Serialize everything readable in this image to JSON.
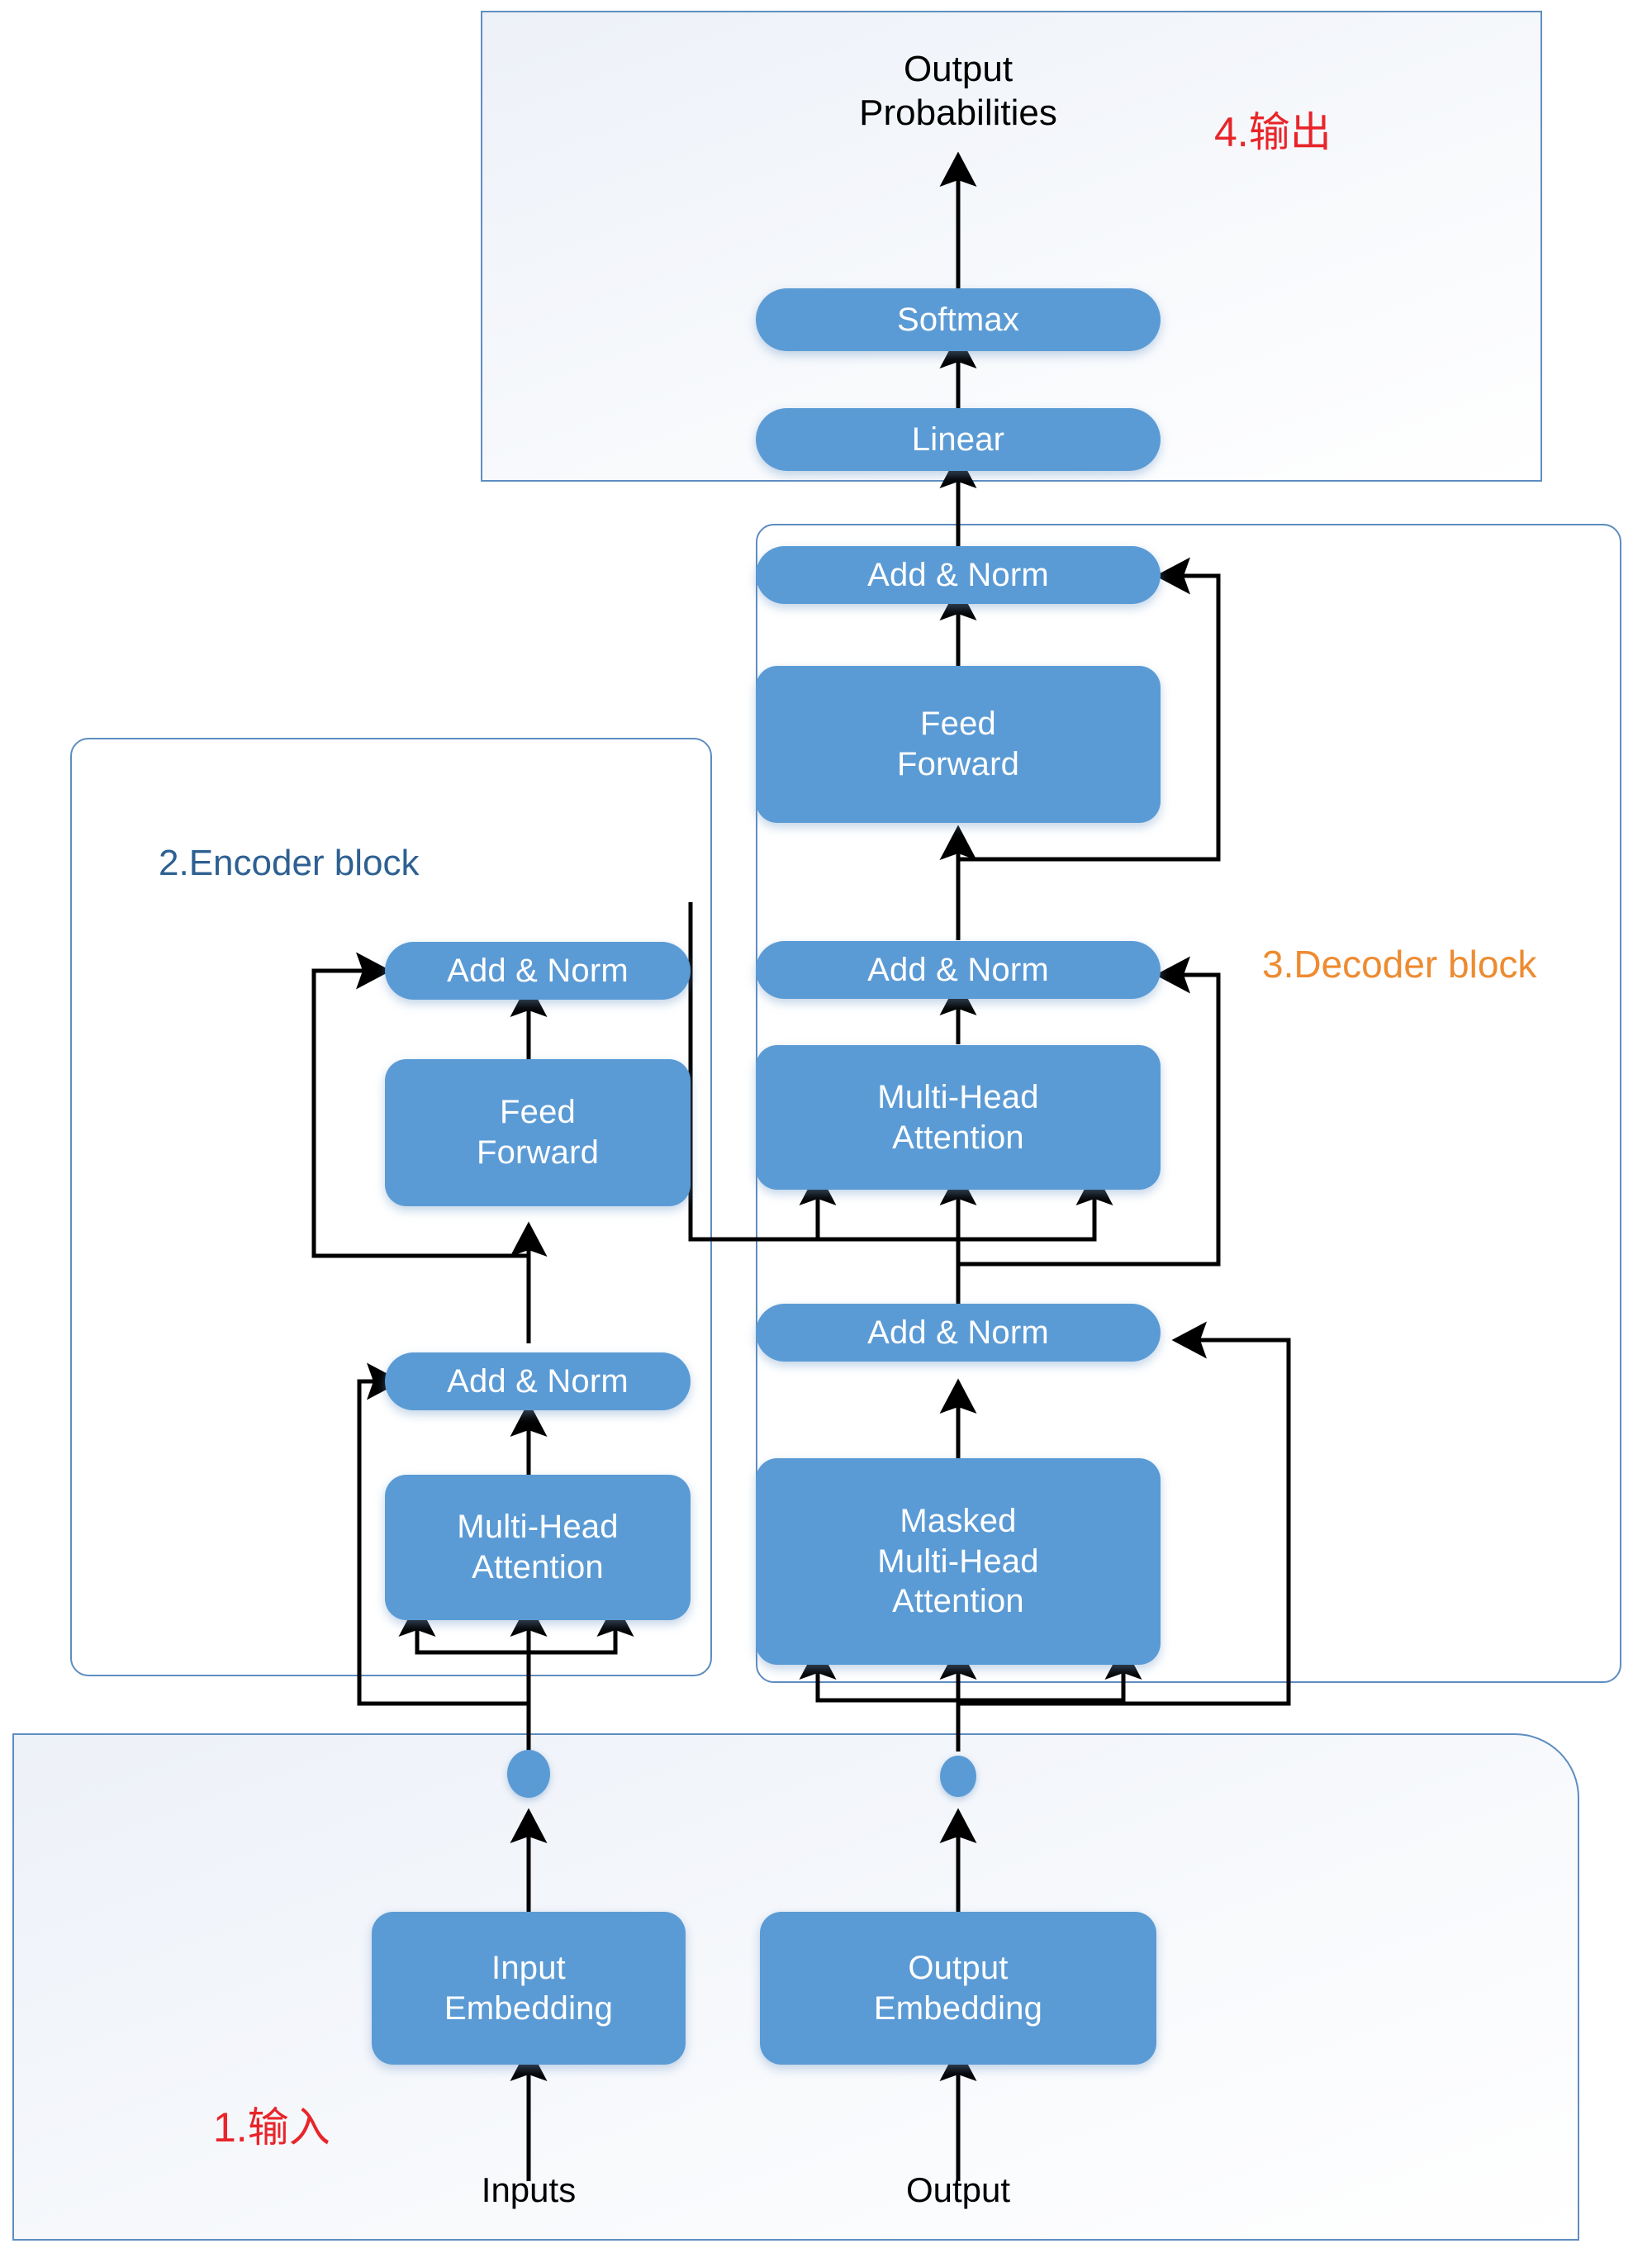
{
  "diagram": {
    "title": "Transformer architecture",
    "palette": {
      "node_fill": "#5B9BD5",
      "node_text": "#FFFFFF",
      "panel_border": "#5E8DC0",
      "wire": "#000000",
      "anno_red": "#E8252A",
      "anno_blue": "#2E6092",
      "anno_orange": "#ED8B31"
    }
  },
  "sections": {
    "input": {
      "label": "1.输入"
    },
    "encoder": {
      "label": "2.Encoder block"
    },
    "decoder": {
      "label": "3.Decoder block"
    },
    "output": {
      "label": "4.输出"
    }
  },
  "nodes": {
    "output_probabilities": "Output\nProbabilities",
    "softmax": "Softmax",
    "linear": "Linear",
    "dec_add_norm_top": "Add & Norm",
    "dec_feed_forward": "Feed\nForward",
    "dec_add_norm_mid": "Add & Norm",
    "dec_multi_head_attention": "Multi-Head\nAttention",
    "dec_add_norm_bottom": "Add & Norm",
    "dec_masked_attention": "Masked\nMulti-Head\nAttention",
    "enc_add_norm_top": "Add & Norm",
    "enc_feed_forward": "Feed\nForward",
    "enc_add_norm_bottom": "Add & Norm",
    "enc_multi_head_attention": "Multi-Head\nAttention",
    "input_embedding": "Input\nEmbedding",
    "output_embedding": "Output\nEmbedding",
    "inputs": "Inputs",
    "output": "Output"
  },
  "chart_data": {
    "type": "diagram",
    "title": "Transformer (encoder-decoder) architecture",
    "groups": [
      {
        "id": "input",
        "label": "1.输入",
        "label_color": "#E8252A"
      },
      {
        "id": "encoder",
        "label": "2.Encoder block",
        "label_color": "#2E6092"
      },
      {
        "id": "decoder",
        "label": "3.Decoder block",
        "label_color": "#ED8B31"
      },
      {
        "id": "output",
        "label": "4.输出",
        "label_color": "#E8252A"
      }
    ],
    "blocks": [
      {
        "id": "inputs",
        "text": "Inputs",
        "group": "input",
        "style": "text"
      },
      {
        "id": "output_tokens",
        "text": "Output",
        "group": "input",
        "style": "text"
      },
      {
        "id": "input_embedding",
        "text": "Input Embedding",
        "group": "input",
        "style": "rounded-rect"
      },
      {
        "id": "output_embedding",
        "text": "Output Embedding",
        "group": "input",
        "style": "rounded-rect"
      },
      {
        "id": "pe_enc",
        "text": "",
        "group": "input",
        "style": "circle"
      },
      {
        "id": "pe_dec",
        "text": "",
        "group": "input",
        "style": "circle"
      },
      {
        "id": "enc_multi_head_attention",
        "text": "Multi-Head Attention",
        "group": "encoder",
        "style": "rounded-rect"
      },
      {
        "id": "enc_add_norm_bottom",
        "text": "Add & Norm",
        "group": "encoder",
        "style": "pill"
      },
      {
        "id": "enc_feed_forward",
        "text": "Feed Forward",
        "group": "encoder",
        "style": "rounded-rect"
      },
      {
        "id": "enc_add_norm_top",
        "text": "Add & Norm",
        "group": "encoder",
        "style": "pill"
      },
      {
        "id": "dec_masked_attention",
        "text": "Masked Multi-Head Attention",
        "group": "decoder",
        "style": "rounded-rect"
      },
      {
        "id": "dec_add_norm_bottom",
        "text": "Add & Norm",
        "group": "decoder",
        "style": "pill"
      },
      {
        "id": "dec_multi_head_attention",
        "text": "Multi-Head Attention",
        "group": "decoder",
        "style": "rounded-rect"
      },
      {
        "id": "dec_add_norm_mid",
        "text": "Add & Norm",
        "group": "decoder",
        "style": "pill"
      },
      {
        "id": "dec_feed_forward",
        "text": "Feed Forward",
        "group": "decoder",
        "style": "rounded-rect"
      },
      {
        "id": "dec_add_norm_top",
        "text": "Add & Norm",
        "group": "decoder",
        "style": "pill"
      },
      {
        "id": "linear",
        "text": "Linear",
        "group": "output",
        "style": "pill"
      },
      {
        "id": "softmax",
        "text": "Softmax",
        "group": "output",
        "style": "pill"
      },
      {
        "id": "output_probabilities",
        "text": "Output Probabilities",
        "group": "output",
        "style": "text"
      }
    ],
    "edges": [
      {
        "from": "inputs",
        "to": "input_embedding"
      },
      {
        "from": "input_embedding",
        "to": "pe_enc"
      },
      {
        "from": "pe_enc",
        "to": "enc_multi_head_attention",
        "note": "Q, K, V (3 arrows)"
      },
      {
        "from": "enc_multi_head_attention",
        "to": "enc_add_norm_bottom"
      },
      {
        "from": "pe_enc",
        "to": "enc_add_norm_bottom",
        "note": "residual"
      },
      {
        "from": "enc_add_norm_bottom",
        "to": "enc_feed_forward"
      },
      {
        "from": "enc_feed_forward",
        "to": "enc_add_norm_top"
      },
      {
        "from": "enc_add_norm_bottom",
        "to": "enc_add_norm_top",
        "note": "residual"
      },
      {
        "from": "enc_add_norm_top",
        "to": "dec_multi_head_attention",
        "note": "encoder memory K, V"
      },
      {
        "from": "output_tokens",
        "to": "output_embedding"
      },
      {
        "from": "output_embedding",
        "to": "pe_dec"
      },
      {
        "from": "pe_dec",
        "to": "dec_masked_attention",
        "note": "Q, K, V (3 arrows)"
      },
      {
        "from": "dec_masked_attention",
        "to": "dec_add_norm_bottom"
      },
      {
        "from": "pe_dec",
        "to": "dec_add_norm_bottom",
        "note": "residual"
      },
      {
        "from": "dec_add_norm_bottom",
        "to": "dec_multi_head_attention",
        "note": "query"
      },
      {
        "from": "dec_multi_head_attention",
        "to": "dec_add_norm_mid"
      },
      {
        "from": "dec_add_norm_bottom",
        "to": "dec_add_norm_mid",
        "note": "residual"
      },
      {
        "from": "dec_add_norm_mid",
        "to": "dec_feed_forward"
      },
      {
        "from": "dec_feed_forward",
        "to": "dec_add_norm_top"
      },
      {
        "from": "dec_add_norm_mid",
        "to": "dec_add_norm_top",
        "note": "residual"
      },
      {
        "from": "dec_add_norm_top",
        "to": "linear"
      },
      {
        "from": "linear",
        "to": "softmax"
      },
      {
        "from": "softmax",
        "to": "output_probabilities"
      }
    ]
  }
}
